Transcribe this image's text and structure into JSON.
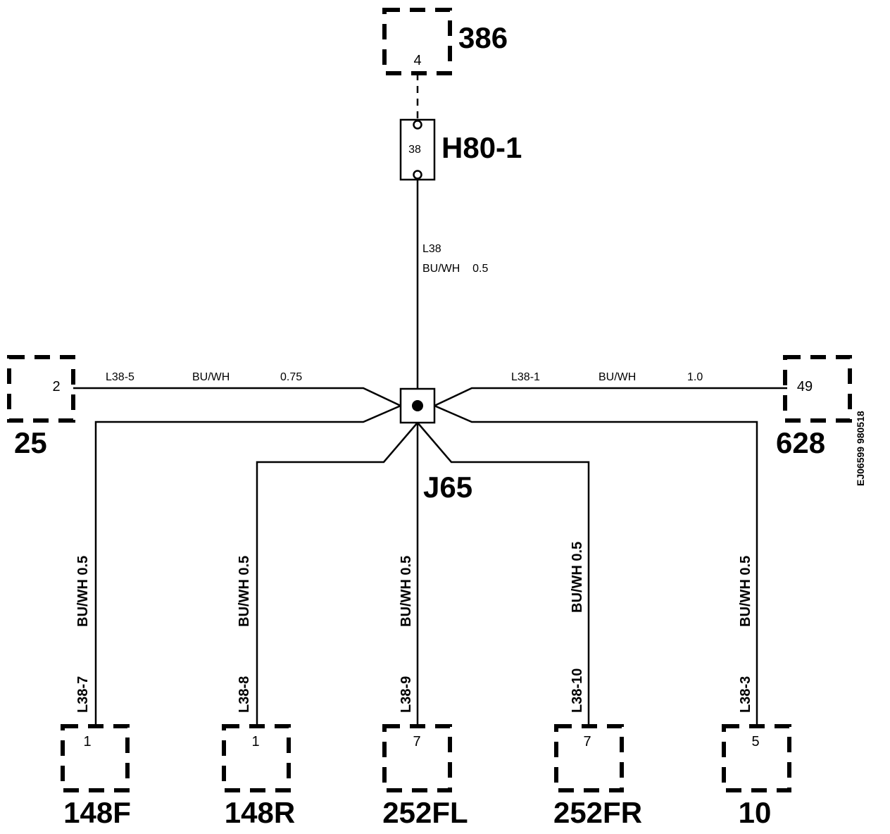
{
  "connectors": {
    "c386": {
      "id": "386",
      "pin": "4"
    },
    "c25": {
      "id": "25",
      "pin": "2"
    },
    "c628": {
      "id": "628",
      "pin": "49"
    },
    "c148f": {
      "id": "148F",
      "pin": "1"
    },
    "c148r": {
      "id": "148R",
      "pin": "1"
    },
    "c252fl": {
      "id": "252FL",
      "pin": "7"
    },
    "c252fr": {
      "id": "252FR",
      "pin": "7"
    },
    "c10": {
      "id": "10",
      "pin": "5"
    }
  },
  "header": {
    "id": "H80-1",
    "pin": "38"
  },
  "junction": {
    "id": "J65"
  },
  "wires": {
    "l38": {
      "code": "L38",
      "spec": "BU/WH    0.5"
    },
    "l38_5": {
      "code": "L38-5",
      "color": "BU/WH",
      "size": "0.75"
    },
    "l38_1": {
      "code": "L38-1",
      "color": "BU/WH",
      "size": "1.0"
    },
    "l38_7": {
      "code": "L38-7",
      "spec": "BU/WH 0.5"
    },
    "l38_8": {
      "code": "L38-8",
      "spec": "BU/WH 0.5"
    },
    "l38_9": {
      "code": "L38-9",
      "spec": "BU/WH 0.5"
    },
    "l38_10": {
      "code": "L38-10",
      "spec": "BU/WH 0.5"
    },
    "l38_3": {
      "code": "L38-3",
      "spec": "BU/WH 0.5"
    }
  },
  "reference": "EJ06599 980518"
}
